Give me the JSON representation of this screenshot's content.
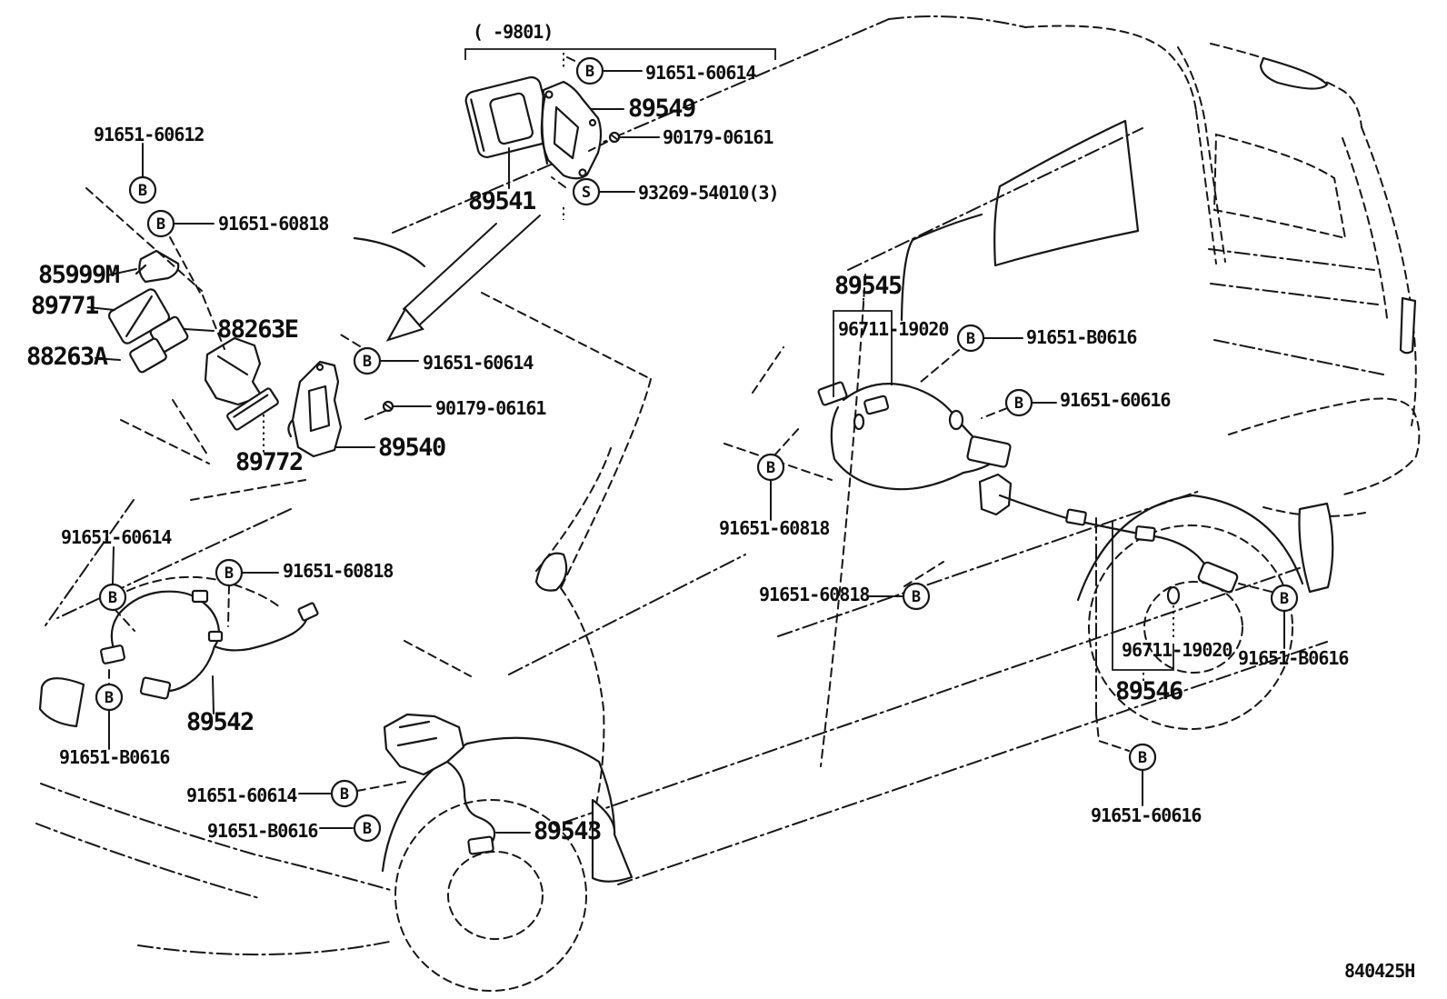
{
  "diagram": {
    "header_note": "(   -9801)",
    "drawing_number": "840425H",
    "ink_color": "#161616",
    "background_color": "#ffffff",
    "labels": [
      {
        "text": "91651-60614",
        "kind": "fastener"
      },
      {
        "text": "89549",
        "kind": "part"
      },
      {
        "text": "90179-06161",
        "kind": "fastener"
      },
      {
        "text": "93269-54010(3)",
        "kind": "fastener"
      },
      {
        "text": "89541",
        "kind": "part"
      },
      {
        "text": "91651-60612",
        "kind": "fastener"
      },
      {
        "text": "91651-60818",
        "kind": "fastener"
      },
      {
        "text": "85999M",
        "kind": "part"
      },
      {
        "text": "89771",
        "kind": "part"
      },
      {
        "text": "88263E",
        "kind": "part"
      },
      {
        "text": "88263A",
        "kind": "part"
      },
      {
        "text": "91651-60614",
        "kind": "fastener"
      },
      {
        "text": "90179-06161",
        "kind": "fastener"
      },
      {
        "text": "89540",
        "kind": "part"
      },
      {
        "text": "89772",
        "kind": "part"
      },
      {
        "text": "91651-60614",
        "kind": "fastener"
      },
      {
        "text": "91651-60818",
        "kind": "fastener"
      },
      {
        "text": "89542",
        "kind": "part"
      },
      {
        "text": "91651-B0616",
        "kind": "fastener"
      },
      {
        "text": "91651-60614",
        "kind": "fastener"
      },
      {
        "text": "91651-B0616",
        "kind": "fastener"
      },
      {
        "text": "89543",
        "kind": "part"
      },
      {
        "text": "89545",
        "kind": "part"
      },
      {
        "text": "96711-19020",
        "kind": "fastener"
      },
      {
        "text": "91651-B0616",
        "kind": "fastener"
      },
      {
        "text": "91651-60616",
        "kind": "fastener"
      },
      {
        "text": "91651-60818",
        "kind": "fastener"
      },
      {
        "text": "91651-60818",
        "kind": "fastener"
      },
      {
        "text": "96711-19020",
        "kind": "fastener"
      },
      {
        "text": "89546",
        "kind": "part"
      },
      {
        "text": "91651-B0616",
        "kind": "fastener"
      },
      {
        "text": "91651-60616",
        "kind": "fastener"
      }
    ],
    "callouts": [
      {
        "letter": "B"
      },
      {
        "letter": "S"
      },
      {
        "letter": "B"
      },
      {
        "letter": "B"
      },
      {
        "letter": "B"
      },
      {
        "letter": "B"
      },
      {
        "letter": "B"
      },
      {
        "letter": "B"
      },
      {
        "letter": "B"
      },
      {
        "letter": "B"
      },
      {
        "letter": "B"
      },
      {
        "letter": "B"
      },
      {
        "letter": "B"
      },
      {
        "letter": "B"
      },
      {
        "letter": "B"
      },
      {
        "letter": "B"
      }
    ]
  }
}
